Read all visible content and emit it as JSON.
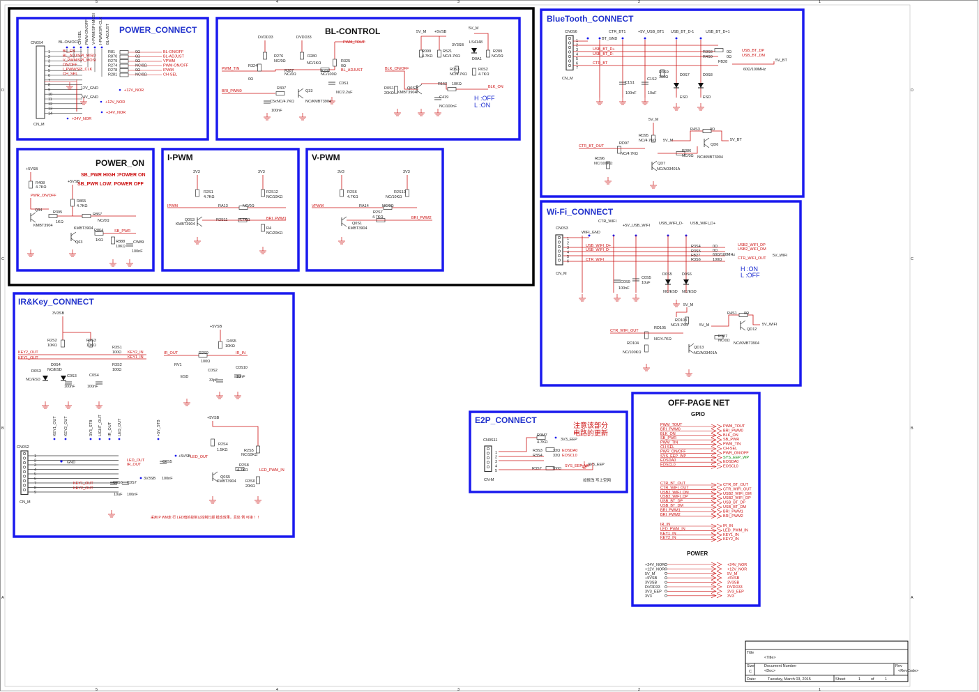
{
  "blocks": {
    "power_connect": {
      "title": "POWER_CONNECT",
      "conn": "CN0S4",
      "conn_ref": "CN_M",
      "nets": [
        "BL-ON/OFF",
        "CH-SEL",
        "PWM-ON/OFF",
        "V-PWM/SPI-MOSI",
        "I-PWM/SPI-CLK",
        "BL-ADJUST"
      ],
      "rails": [
        "12V_GND",
        "+12V_NOR",
        "24V_GND",
        "+12V_NOR",
        "+24V_NOR",
        "+24V_NOR"
      ],
      "outputs": [
        "BL-ON/OFF",
        "BL-ADJUST",
        "VPWM",
        "PWM-ON/OFF",
        "IPWM",
        "CH-SEL"
      ],
      "resistors": [
        "R81",
        "R870",
        "R279",
        "R274",
        "R278",
        "R281"
      ],
      "values": [
        "0Ω",
        "0Ω",
        "0Ω",
        "NC/0Ω",
        "0Ω",
        "NC/0Ω"
      ]
    },
    "bl_control": {
      "title": "BL-CONTROL",
      "parts": [
        "DVDD33",
        "DVDD33",
        "R276",
        "NC/0Ω",
        "R280",
        "NC/1KΩ",
        "R324",
        "0Ω",
        "R287",
        "NC/0Ω",
        "R282",
        "NC/100Ω",
        "R325",
        "0Ω",
        "C0S1",
        "NC/2.2uF",
        "R307",
        "NC/4.7KΩ",
        "Q33",
        "NC/KMBT3904",
        "C5x",
        "100nF",
        "PWM_TIN",
        "BRI_PWM0",
        "PWM_TOUT",
        "BL_ADJUST"
      ],
      "right": [
        "5V_M",
        "+5VSB",
        "5V_M",
        "3V3SB",
        "R099",
        "4.7KΩ",
        "R521",
        "NC/4.7KΩ",
        "R0S3",
        "NC/4.7KΩ",
        "R0S2",
        "4.7KΩ",
        "R289",
        "NC/0Ω",
        "LS4148",
        "D0A1",
        "BLK_ON/OFF",
        "R0S1",
        "20KΩ",
        "Q0S2",
        "KMBT3904",
        "R152",
        "10KΩ",
        "C419",
        "NC/100nF",
        "BLK_ON"
      ],
      "hint_h": "H :OFF",
      "hint_l": "L :ON"
    },
    "bluetooth": {
      "title": "BlueTooth_CONNECT",
      "conn": "CN0S6",
      "conn_ref": "CN_M",
      "top": [
        "BT_GND",
        "CTR_BT1",
        "+5V_USB_BT1",
        "USB_BT_D-1",
        "USB_BT_D+1"
      ],
      "nets": [
        "USB_BT_D+",
        "USB_BT_D-",
        "CTR_BT"
      ],
      "parts": [
        "C1S1",
        "100nF",
        "C1S2",
        "10uF",
        "R3S9",
        "100Ω",
        "D0S7",
        "ESD",
        "D0S8",
        "ESD",
        "R3S8",
        "R4S0",
        "0Ω",
        "0Ω",
        "FB28",
        "60Ω/100MHz"
      ],
      "outs": [
        "USB_BT_DP",
        "USB_BT_DM",
        "5V_BT"
      ],
      "lower": [
        "5V_M",
        "RD95",
        "NC/4.7KΩ",
        "RD97",
        "NC/4.7KΩ",
        "RD96",
        "NC/100KΩ",
        "CTR_BT_OUT",
        "5V_M",
        "R4S3",
        "0Ω",
        "R386",
        "NC/0Ω",
        "QD6",
        "NC/AO3401A",
        "QD7",
        "NC/KMBT3904",
        "5V_BT"
      ]
    },
    "power_on": {
      "title": "POWER_ON",
      "note1": "SB_PWR HIGH :POWER ON",
      "note2": "SB_PWR LOW: POWER OFF",
      "parts": [
        "+5VSB",
        "R408",
        "4.7KΩ",
        "+5VSB",
        "PWR_ON/OFF",
        "Q34",
        "KMBT3904",
        "R395",
        "1KΩ",
        "R865",
        "4.7KΩ",
        "R867",
        "NC/0Ω",
        "KMBT3904",
        "Q63",
        "R864",
        "1KΩ",
        "SB_PWR",
        "R888",
        "10KΩ",
        "CW89",
        "100nF"
      ]
    },
    "i_pwm": {
      "title": "I-PWM",
      "parts": [
        "3V3",
        "3V3",
        "R2S1",
        "4.7KΩ",
        "R2S12",
        "NC/10KΩ",
        "IPWM",
        "RA13",
        "NC/0Ω",
        "Q0S3",
        "KMBT3904",
        "R2S11",
        "4.7KΩ",
        "BRI_PWM1",
        "R4",
        "NC/20KΩ"
      ]
    },
    "v_pwm": {
      "title": "V-PWM",
      "parts": [
        "3V3",
        "3V3",
        "R2S6",
        "4.7KΩ",
        "R2S10",
        "NC/10KΩ",
        "VPWM",
        "RA14",
        "NC/0Ω",
        "Q0S1",
        "KMBT3904",
        "R2S7",
        "4.7KΩ",
        "BRI_PWM2"
      ]
    },
    "wifi": {
      "title": "Wi-Fi_CONNECT",
      "conn": "CN0S3",
      "conn_ref": "CN_M",
      "top": [
        "CTR_WIFI",
        "WIFI_GND",
        "+5V_USB_WIFI",
        "USB_WIFI_D-",
        "USB_WIFI_D+"
      ],
      "nets": [
        "USB_WIFI_D+",
        "USB_WIFI_D-",
        "CTR_WIFI"
      ],
      "parts": [
        "C0S9",
        "100nF",
        "C0S5",
        "10uF",
        "D0S5",
        "NC/ESD",
        "D0S6",
        "NC/ESD",
        "R3S4",
        "R3S5",
        "FB27",
        "R3S6",
        "0Ω",
        "0Ω",
        "60Ω/100MHz",
        "100Ω"
      ],
      "outs": [
        "USB2_WIFI_DP",
        "USB2_WIFI_DM",
        "CTR_WIFI_OUT",
        "5V_WIFI"
      ],
      "hint_h": "H :ON",
      "hint_l": "L :OFF",
      "lower": [
        "5V_M",
        "RD103",
        "NC/4.7KΩ",
        "RD105",
        "NC/4.7KΩ",
        "RD104",
        "NC/100KΩ",
        "CTR_WIFI_OUT",
        "5V_M",
        "R4S1",
        "0Ω",
        "R387",
        "NC/0Ω",
        "QD12",
        "NC/AO3401A",
        "QD13",
        "NC/KMBT3904",
        "5V_WIFI"
      ]
    },
    "ir_key": {
      "title": "IR&Key_CONNECT",
      "conn": "CN0S2",
      "conn_ref": "CN_M",
      "parts": [
        "3V3SB",
        "R2S2",
        "10KΩ",
        "R2S3",
        "10KΩ",
        "R3S1",
        "100Ω",
        "R3S2",
        "100Ω",
        "KEY2_OUT",
        "KEY1_OUT",
        "KEY2_IN",
        "KEY1_IN",
        "D0S3",
        "NC/ESD",
        "D0S4",
        "NC/ESD",
        "C0S3",
        "100nF",
        "C0S4",
        "100nF",
        "+5VSB",
        "R4S5",
        "10KΩ",
        "IR_OUT",
        "R2S9",
        "100Ω",
        "IR_IN",
        "RV1",
        "ESD",
        "C0S2",
        "33pF",
        "C0S10",
        "10nF"
      ],
      "bottom": [
        "KEY1_OUT",
        "KEY2_OUT",
        "3V3_STB",
        "LIGHT_OUT",
        "IR_OUT",
        "LED_OUT",
        "+5V_STB",
        "GND",
        "LED_OUT",
        "IR_OUT",
        "C0S5",
        "100nF",
        "+5VSB",
        "C0S6",
        "10uF",
        "C0S7",
        "100nF",
        "3V3SB",
        "KEY1_OUT",
        "KEY2_OUT",
        "+5VSB",
        "LED_OUT",
        "R2S4",
        "1.5KΩ",
        "R2S5",
        "NC/10KΩ",
        "R2S8",
        "4.7KΩ",
        "Q0S5",
        "KMBT3904",
        "R3S0",
        "20KΩ",
        "LED_PWM_IN"
      ],
      "note": "采用 P WM走 行 LED暗的控制以控制灯颜 模态效果，且处 例 可接 ！！"
    },
    "e2p": {
      "title": "E2P_CONNECT",
      "conn": "CN0S11",
      "conn_ref": "CN-M",
      "note": "注意该部分\n电路的更新",
      "parts": [
        "R0M7",
        "4.7KΩ",
        "3V3_EEP",
        "R3S3",
        "R3S4",
        "33Ω",
        "33Ω",
        "EOSDA0",
        "EOSCL0",
        "R3S7",
        "100Ω",
        "SYS_EEP_WP",
        "3V3_EEP"
      ],
      "foot": "如修改 写上空网"
    },
    "off_page": {
      "title": "OFF-PAGE NET",
      "gpio": "GPIO",
      "power": "POWER",
      "gpio_left": [
        "PWM_TOUT",
        "BRI_PWM0",
        "BLK_ON",
        "SB_PWR",
        "PWM_TIN",
        "CH-SEL",
        "PWR_ON/OFF",
        "SYS_EEP_WP",
        "EOSDA0",
        "EOSCL0"
      ],
      "gpio_right": [
        "PWM_TOUT",
        "BRI_PWM0",
        "BLK_ON",
        "SB_PWR",
        "PWM_TIN",
        "CH-SEL",
        "PWR_ON/OFF",
        "SYS_EEP_WP",
        "EOSDA0",
        "EOSCL0"
      ],
      "usb_left": [
        "CTR_BT_OUT",
        "CTR_WIFI_OUT",
        "USB2_WIFI_DM",
        "USB2_WIFI_DP",
        "USB_BT_DP",
        "USB_BT_DM",
        "BRI_PWM1",
        "BRI_PWM2"
      ],
      "usb_right": [
        "CTR_BT_OUT",
        "CTR_WIFI_OUT",
        "USB2_WIFI_DM",
        "USB2_WIFI_DP",
        "USB_BT_DP",
        "USB_BT_DM",
        "BRI_PWM1",
        "BRI_PWM2"
      ],
      "ir_left": [
        "IR_IN",
        "LED_PWM_IN",
        "KEY1_IN",
        "KEY2_IN"
      ],
      "ir_right": [
        "IR_IN",
        "LED_PWM_IN",
        "KEY1_IN",
        "KEY2_IN"
      ],
      "power_left": [
        "+24V_NOR",
        "+12V_NOR",
        "5V_M",
        "+5VSB",
        "3V3SB",
        "DVDD33",
        "3V3_EEP",
        "3V3"
      ],
      "power_right": [
        "+24V_NOR",
        "+12V_NOR",
        "5V_M",
        "+5VSB",
        "3V3SB",
        "DVDD33",
        "3V3_EEP",
        "3V3"
      ]
    }
  },
  "title_block": {
    "title_label": "Title",
    "title": "<Title>",
    "size_label": "Size",
    "size": "C",
    "doc_label": "Document Number",
    "doc": "<Doc>",
    "rev_label": "Rev",
    "rev": "<RevCode>",
    "date_label": "Date:",
    "date": "Tuesday, March 03, 2015",
    "sheet_label": "Sheet",
    "sheet": "1",
    "of": "of",
    "total": "1"
  },
  "border": {
    "top": [
      "5",
      "4",
      "3",
      "2",
      "1"
    ],
    "side": [
      "D",
      "C",
      "B",
      "A"
    ]
  },
  "colors": {
    "block": "#1a1aee",
    "net": "#cc1111",
    "wire": "#cc1111",
    "text": "#222222"
  }
}
